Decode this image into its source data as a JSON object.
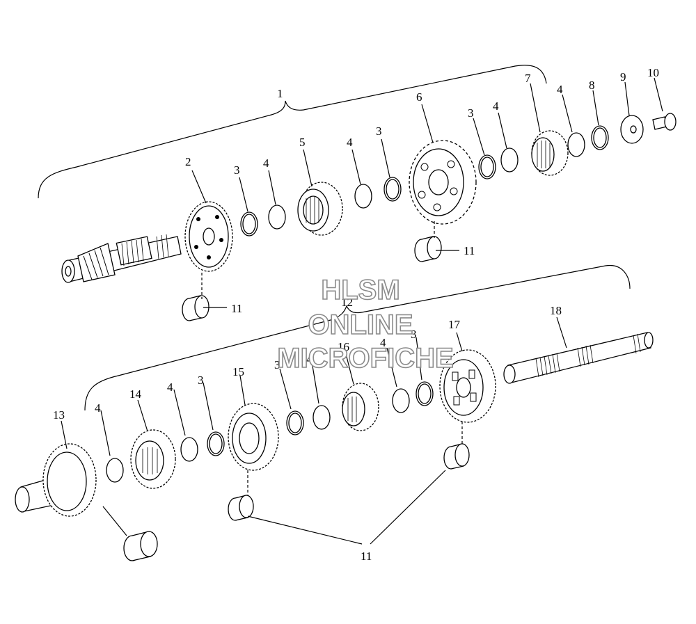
{
  "diagram": {
    "callouts": [
      "1",
      "2",
      "3",
      "4",
      "5",
      "6",
      "7",
      "8",
      "9",
      "10",
      "11",
      "12",
      "13",
      "14",
      "15",
      "16",
      "17",
      "18"
    ],
    "watermark": {
      "line1": "HLSM",
      "line2": "ONLINE",
      "line3": "MICROFICHE"
    }
  }
}
